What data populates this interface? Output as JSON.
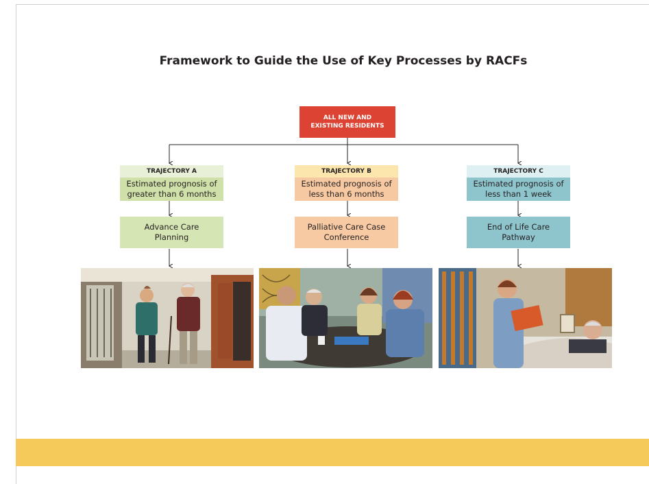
{
  "title": "Framework to Guide the Use of Key Processes by RACFs",
  "root": {
    "line1": "ALL NEW AND",
    "line2": "EXISTING RESIDENTS"
  },
  "trajectories": [
    {
      "label": "TRAJECTORY A",
      "prognosis_line1": "Estimated prognosis of",
      "prognosis_line2": "greater than 6 months",
      "process_line1": "Advance Care",
      "process_line2": "Planning"
    },
    {
      "label": "TRAJECTORY B",
      "prognosis_line1": "Estimated prognosis of",
      "prognosis_line2": "less than 6 months",
      "process_line1": "Palliative Care Case",
      "process_line2": "Conference"
    },
    {
      "label": "TRAJECTORY C",
      "prognosis_line1": "Estimated prognosis of",
      "prognosis_line2": "less than 1 week",
      "process_line1": "End of Life Care",
      "process_line2": "Pathway"
    }
  ],
  "colors": {
    "root": "#dd4332",
    "trajectory_a_head": "#e8f0d8",
    "trajectory_a_body": "#cfe0a8",
    "trajectory_b_head": "#fde6ad",
    "trajectory_b_body": "#f7c9a2",
    "trajectory_c_head": "#dff0f3",
    "trajectory_c_body": "#8ec4cc",
    "footer_band": "#f5c95a"
  },
  "photos": [
    {
      "icon": "photo-walking-corridor"
    },
    {
      "icon": "photo-case-conference"
    },
    {
      "icon": "photo-bedside-care"
    }
  ]
}
